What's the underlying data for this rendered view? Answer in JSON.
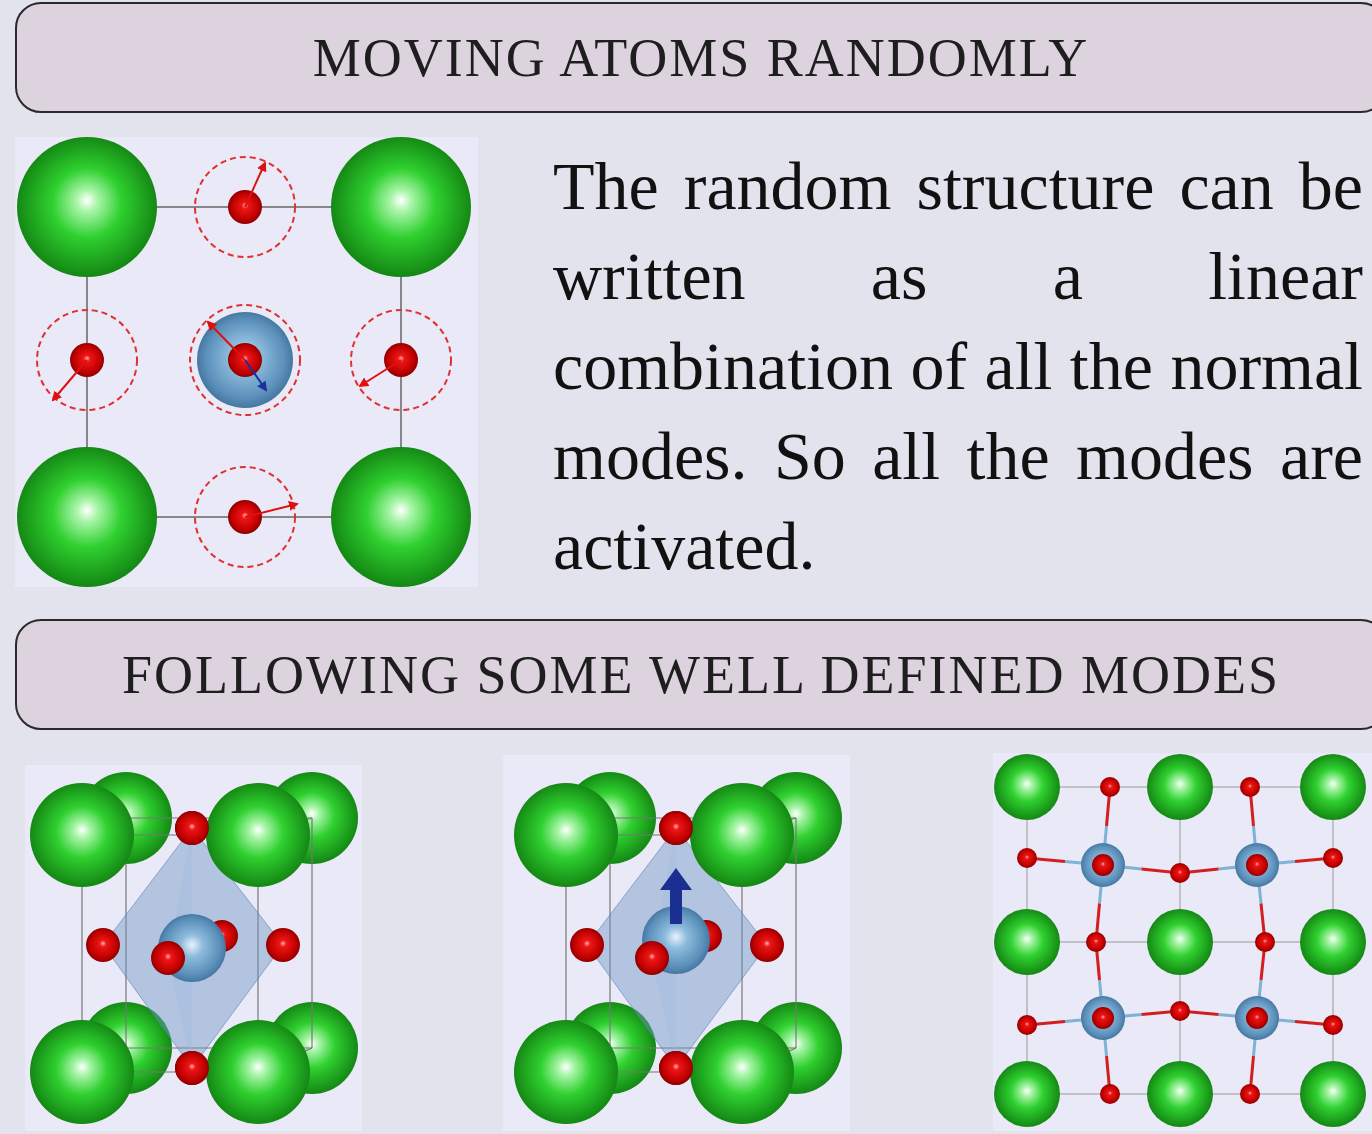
{
  "diagram": {
    "nodes": [
      {
        "text": [
          "MOVING ATOMS RANDOMLY"
        ]
      },
      {
        "text": [
          "FOLLOWING SOME WELL DEFINED MODES"
        ]
      }
    ],
    "labels": [
      "The random structure can be written as a linear combination of all the normal modes. So all the modes are activated."
    ]
  }
}
